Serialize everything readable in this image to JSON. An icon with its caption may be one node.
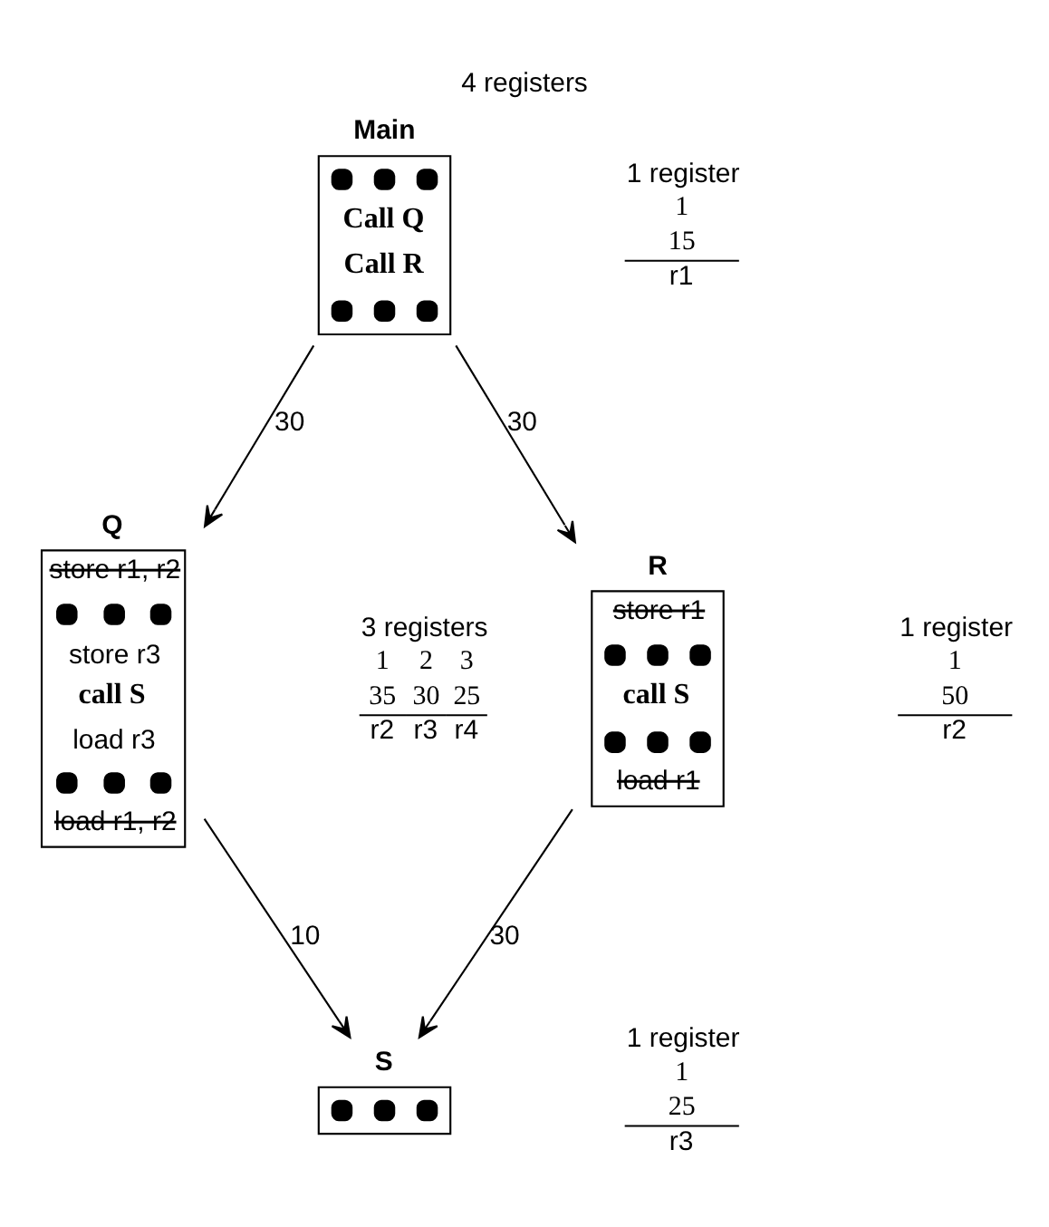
{
  "diagram": {
    "title": "4 registers",
    "nodes": [
      {
        "text": [
          "Main",
          "Call Q",
          "Call R"
        ],
        "beside": [
          "1 register",
          "1",
          "15",
          "r1"
        ]
      },
      {
        "text": [
          "Q",
          "store r1, r2",
          "store r3",
          "call S",
          "load r3",
          "load r1, r2"
        ],
        "beside": [
          "3 registers",
          "1",
          "2",
          "3",
          "35",
          "30",
          "25",
          "r2",
          "r3",
          "r4"
        ]
      },
      {
        "text": [
          "R",
          "store r1",
          "call S",
          "load r1"
        ],
        "beside": [
          "1 register",
          "1",
          "50",
          "r2"
        ]
      },
      {
        "text": [
          "S"
        ],
        "beside": [
          "1 register",
          "1",
          "25",
          "r3"
        ]
      }
    ],
    "edges": [
      {
        "from": 0,
        "to": 1,
        "arrow": "to",
        "label": "30"
      },
      {
        "from": 0,
        "to": 2,
        "arrow": "to",
        "label": "30"
      },
      {
        "from": 1,
        "to": 3,
        "arrow": "to",
        "label": "10"
      },
      {
        "from": 2,
        "to": 3,
        "arrow": "to",
        "label": "30"
      }
    ]
  }
}
